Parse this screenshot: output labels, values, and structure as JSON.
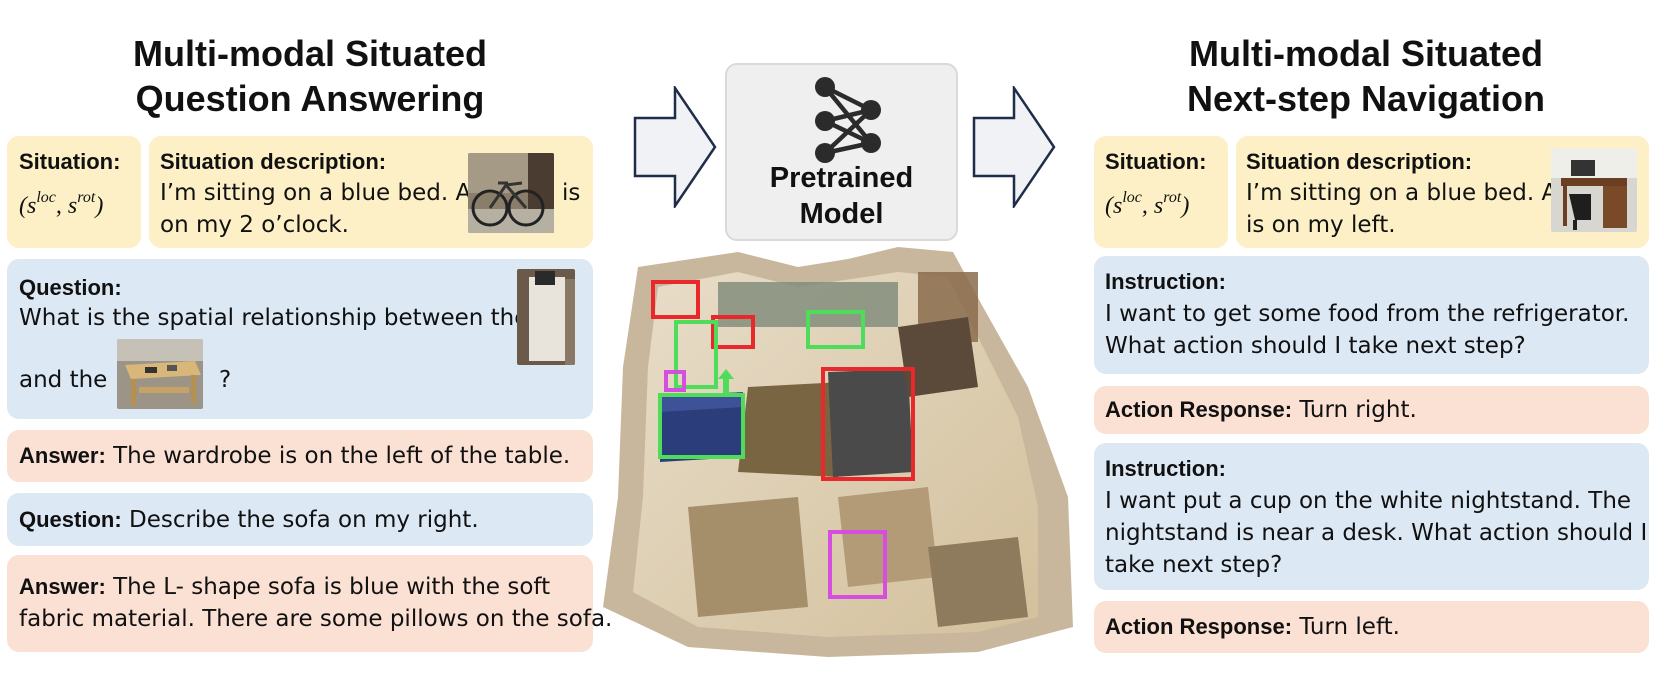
{
  "left_panel": {
    "title_line1": "Multi-modal Situated",
    "title_line2": "Question Answering",
    "situation_label": "Situation:",
    "situation_math": "(s",
    "loc": "loc",
    "comma": ", s",
    "rot": "rot",
    "close": ")",
    "desc_label": "Situation description:",
    "desc_text_1": "I’m sitting on a  blue bed. A",
    "desc_text_is": "is",
    "desc_text_2": "on my 2 o’clock.",
    "question_label": "Question:",
    "question_text_1": "What is the spatial relationship between  the",
    "question_text_2": "and the",
    "question_text_3": "?",
    "answer1_label": "Answer:",
    "answer1_text": " The wardrobe is on the left of the table.",
    "question2_label": "Question:",
    "question2_text": " Describe the sofa on my right.",
    "answer2_label": "Answer:",
    "answer2_text_1": " The L- shape sofa is blue with the soft",
    "answer2_text_2": "fabric material. There are some pillows on the sofa."
  },
  "center": {
    "model_line1": "Pretrained",
    "model_line2": "Model",
    "network_icon": "neural-network-icon",
    "scene_icon": "3d-scene-icon"
  },
  "right_panel": {
    "title_line1": "Multi-modal Situated",
    "title_line2": "Next-step Navigation",
    "situation_label": "Situation:",
    "situation_math": "(s",
    "loc": "loc",
    "comma": ", s",
    "rot": "rot",
    "close": ")",
    "desc_label": "Situation description:",
    "desc_text_1": "I’m sitting on a blue bed. A",
    "desc_text_2": "is on my left.",
    "instruction1_label": "Instruction:",
    "instruction1_text_1": "I want to get some food from the refrigerator.",
    "instruction1_text_2": "What action should I take next step?",
    "response1_label": "Action Response:",
    "response1_text": " Turn right.",
    "instruction2_label": "Instruction:",
    "instruction2_text_1": "I want put a cup on the white nightstand. The",
    "instruction2_text_2": "nightstand is near a desk. What action should I",
    "instruction2_text_3": "take next step?",
    "response2_label": "Action Response:",
    "response2_text": " Turn left."
  },
  "colors": {
    "situation_bg": "#fdf0c6",
    "question_bg": "#dde8f5",
    "answer_bg": "#fbe1d4",
    "red_box": "#e8282b",
    "green_box": "#4fdc5a",
    "magenta_box": "#d64ee0",
    "arrow_stroke": "#1f2d4a"
  }
}
